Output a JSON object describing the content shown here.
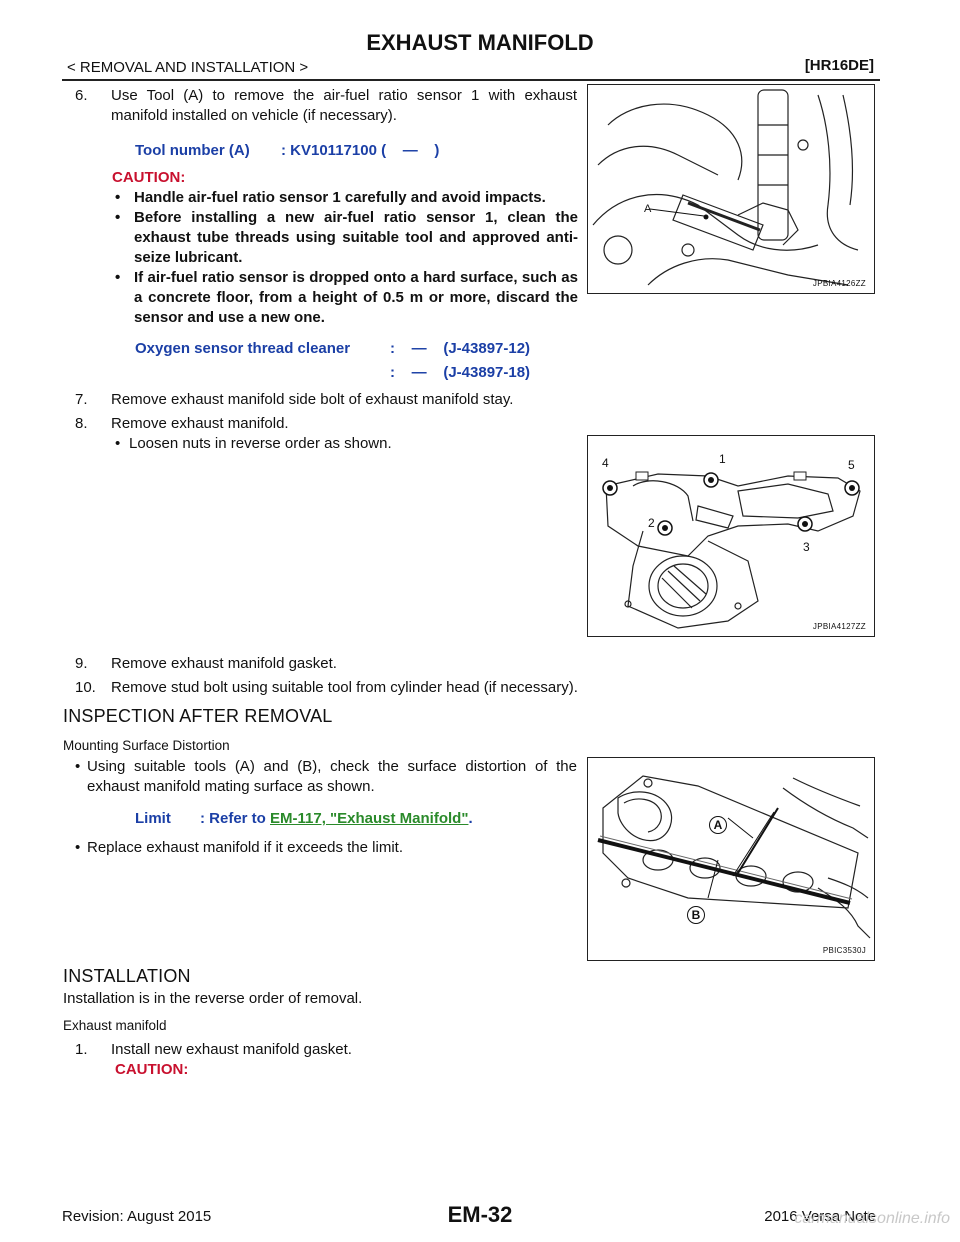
{
  "header": {
    "title": "EXHAUST MANIFOLD",
    "breadcrumb": "< REMOVAL AND INSTALLATION >",
    "engine_code": "[HR16DE]"
  },
  "removal_steps": {
    "step6": {
      "num": "6.",
      "text": "Use Tool (A) to remove the air-fuel ratio sensor 1 with exhaust manifold installed on vehicle (if necessary).",
      "tool_label": "Tool number (A)",
      "tool_value": ": KV10117100 (    —    )",
      "caution_label": "CAUTION:",
      "cautions": [
        "Handle air-fuel ratio sensor 1 carefully and avoid impacts.",
        "Before installing a new air-fuel ratio sensor 1, clean the exhaust tube threads using suitable tool and approved anti-seize lubricant.",
        "If air-fuel ratio sensor is dropped onto a hard surface, such as a concrete floor, from a height of 0.5 m or more, discard the sensor and use a new one."
      ],
      "cleaner_label": "Oxygen sensor thread cleaner",
      "cleaner_values": [
        ":    —    (J-43897-12)",
        ":    —    (J-43897-18)"
      ]
    },
    "step7": {
      "num": "7.",
      "text": "Remove exhaust manifold side bolt of exhaust manifold stay."
    },
    "step8": {
      "num": "8.",
      "text": "Remove exhaust manifold.",
      "bullet": "Loosen nuts in reverse order as shown."
    },
    "step9": {
      "num": "9.",
      "text": "Remove exhaust manifold gasket."
    },
    "step10": {
      "num": "10.",
      "text": "Remove stud bolt using suitable tool from cylinder head (if necessary)."
    }
  },
  "inspection": {
    "heading": "INSPECTION AFTER REMOVAL",
    "subheading": "Mounting Surface Distortion",
    "bullet1": "Using suitable tools (A) and (B), check the surface distortion of the exhaust manifold mating surface as shown.",
    "limit_label": "Limit",
    "limit_prefix": ": Refer to ",
    "limit_link": "EM-117, \"Exhaust Manifold\"",
    "limit_suffix": ".",
    "bullet2": "Replace exhaust manifold if it exceeds the limit."
  },
  "installation": {
    "heading": "INSTALLATION",
    "intro": "Installation is in the reverse order of removal.",
    "subheading": "Exhaust manifold",
    "step1_num": "1.",
    "step1_text": "Install new exhaust manifold gasket.",
    "caution_label": "CAUTION:"
  },
  "figures": {
    "fig1": {
      "code": "JPBIA4126ZZ",
      "callout": "A"
    },
    "fig2": {
      "code": "JPBIA4127ZZ",
      "labels": [
        "4",
        "1",
        "5",
        "2",
        "3"
      ]
    },
    "fig3": {
      "code": "PBIC3530J",
      "labels": [
        "A",
        "B"
      ]
    }
  },
  "footer": {
    "revision": "Revision: August 2015",
    "page": "EM-32",
    "model": "2016 Versa Note",
    "watermark": "carmanualsonline.info"
  }
}
